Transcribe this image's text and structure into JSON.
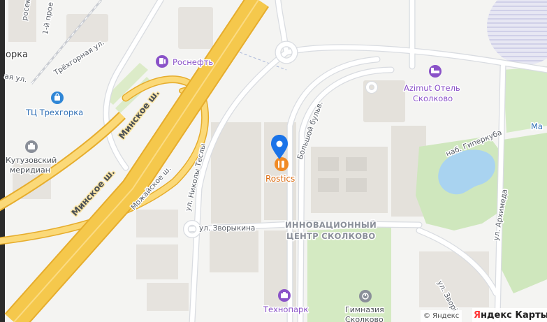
{
  "map": {
    "streets": {
      "trekhgornaya": "Трёхгорная ул.",
      "minskoe_a": "Минское ш.",
      "minskoe_b": "Минское ш.",
      "mozhayskoe": "Можайское ш.",
      "nikoly_tesly": "ул. Николы Теслы",
      "bolshoy_bulvar": "Большой бульв.",
      "zvorykina": "ул. Зворыкина",
      "hyperkuba": "наб. Гиперкуба",
      "arkhimeda": "ул. Архимеда",
      "zvor_partial": "ул. Зворі",
      "partial_top_left": "росек",
      "partial_top_left2": "1-й прое",
      "partial_left": "ая ул."
    },
    "pois": {
      "rosneft": "Роснефть",
      "tc_trekhgorka": "ТЦ Трехгорка",
      "kutuzovsky_line1": "Кутузовский",
      "kutuzovsky_line2": "меридиан",
      "azimut_line1": "Azimut Отель",
      "azimut_line2": "Сколково",
      "rostics": "Rostics",
      "innovation_line1": "ИННОВАЦИОННЫЙ",
      "innovation_line2": "ЦЕНТР СКОЛКОВО",
      "technopark": "Технопарк",
      "gymnasium_line1": "Гимназия",
      "gymnasium_line2": "Сколково",
      "partial_orka": "орка",
      "partial_ma": "Ма"
    },
    "colors": {
      "highway": "#f5c84c",
      "highway_edge": "#e6ad2d",
      "road": "#ffffff",
      "road_edge": "#d9dce1",
      "building": "#e9e6e1",
      "park": "#c8e6b4",
      "water": "#a9d3f0",
      "marker_blue": "#1a73e8",
      "rostics_orange": "#f08a24"
    }
  },
  "attribution": {
    "copyright": "© Яндекс",
    "brand_first": "Я",
    "brand_rest": "ндекс Карты"
  }
}
